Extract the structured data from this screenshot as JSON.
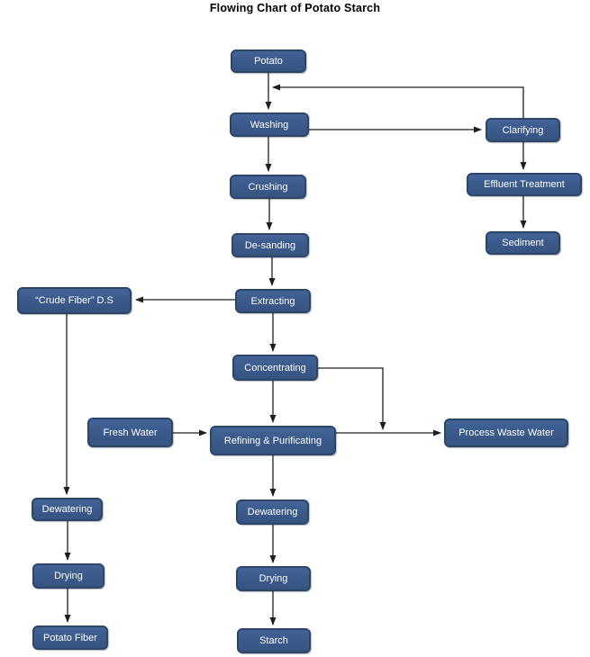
{
  "title": "Flowing Chart of Potato Starch",
  "colors": {
    "background": "#ffffff",
    "box_fill": "#3b5b8c",
    "box_border": "#2b4668",
    "box_text": "#ffffff",
    "arrow": "#1f1f1f",
    "title_text": "#000000"
  },
  "nodes": {
    "potato": {
      "label": "Potato"
    },
    "washing": {
      "label": "Washing"
    },
    "clarifying": {
      "label": "Clarifying"
    },
    "crushing": {
      "label": "Crushing"
    },
    "effluent_treatment": {
      "label": "Effluent Treatment"
    },
    "desanding": {
      "label": "De-sanding"
    },
    "sediment": {
      "label": "Sediment"
    },
    "crude_fiber_ds": {
      "label": "“Crude Fiber” D.S"
    },
    "extracting": {
      "label": "Extracting"
    },
    "concentrating": {
      "label": "Concentrating"
    },
    "fresh_water": {
      "label": "Fresh Water"
    },
    "refining_purificating": {
      "label": "Refining & Purificating"
    },
    "process_waste_water": {
      "label": "Process Waste Water"
    },
    "dewatering_left": {
      "label": "Dewatering"
    },
    "drying_left": {
      "label": "Drying"
    },
    "potato_fiber": {
      "label": "Potato Fiber"
    },
    "dewatering_mid": {
      "label": "Dewatering"
    },
    "drying_mid": {
      "label": "Drying"
    },
    "starch": {
      "label": "Starch"
    }
  },
  "edges": [
    {
      "from": "potato",
      "to": "washing"
    },
    {
      "from": "clarifying",
      "to": "washing",
      "note": "recycle line rejoining potato-to-washing flow"
    },
    {
      "from": "washing",
      "to": "clarifying"
    },
    {
      "from": "washing",
      "to": "crushing"
    },
    {
      "from": "clarifying",
      "to": "effluent_treatment"
    },
    {
      "from": "effluent_treatment",
      "to": "sediment"
    },
    {
      "from": "crushing",
      "to": "desanding"
    },
    {
      "from": "desanding",
      "to": "extracting"
    },
    {
      "from": "extracting",
      "to": "crude_fiber_ds"
    },
    {
      "from": "extracting",
      "to": "concentrating"
    },
    {
      "from": "crude_fiber_ds",
      "to": "dewatering_left"
    },
    {
      "from": "concentrating",
      "to": "refining_purificating"
    },
    {
      "from": "concentrating",
      "to": "process_waste_water"
    },
    {
      "from": "fresh_water",
      "to": "refining_purificating"
    },
    {
      "from": "refining_purificating",
      "to": "process_waste_water"
    },
    {
      "from": "refining_purificating",
      "to": "dewatering_mid"
    },
    {
      "from": "dewatering_mid",
      "to": "drying_mid"
    },
    {
      "from": "drying_mid",
      "to": "starch"
    },
    {
      "from": "dewatering_left",
      "to": "drying_left"
    },
    {
      "from": "drying_left",
      "to": "potato_fiber"
    }
  ]
}
